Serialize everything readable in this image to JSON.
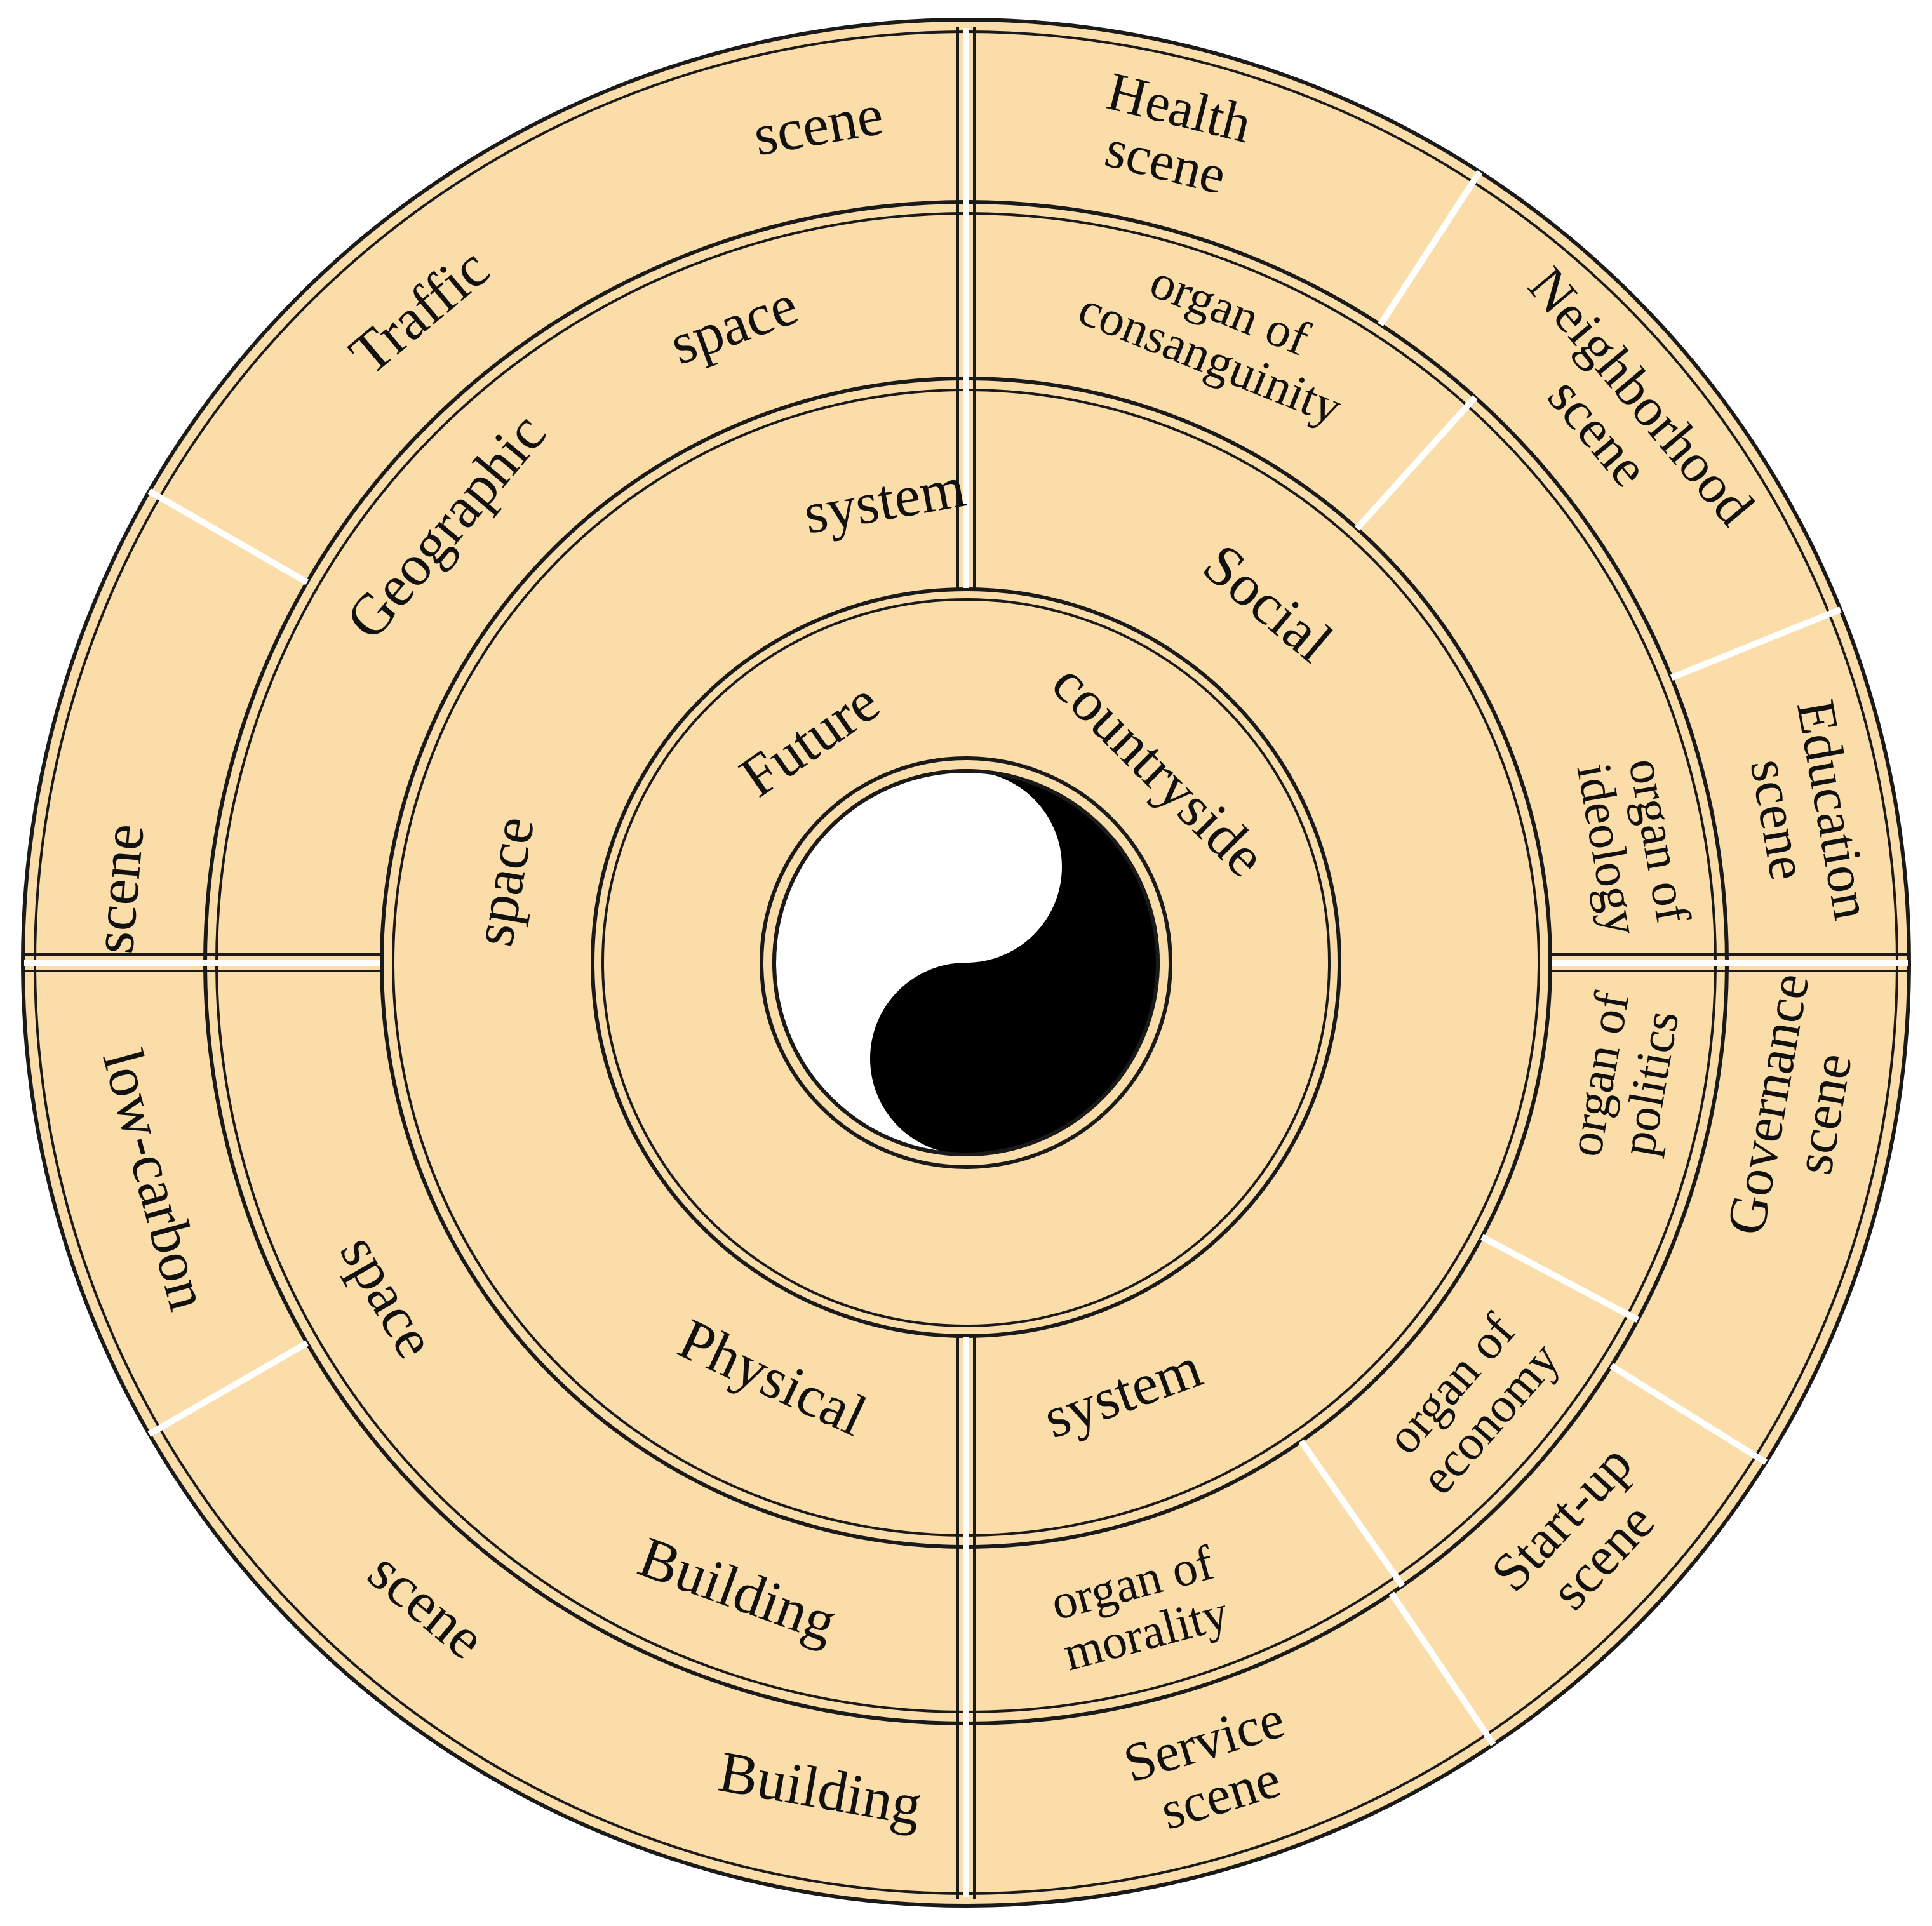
{
  "colors": {
    "fill": "#fbddaa",
    "stroke": "#1a1a1a",
    "text": "#111111",
    "yin": "#000000",
    "yang": "#ffffff"
  },
  "center": {
    "icon": "yin-yang-icon",
    "label_words": [
      "Future",
      "countryside"
    ]
  },
  "ring2": {
    "left_words": [
      "Physical",
      "space",
      "system"
    ],
    "right_words": [
      "Social",
      "system"
    ]
  },
  "ring3": {
    "left_words": [
      "Building",
      "space",
      "Geographic",
      "space"
    ],
    "right": [
      {
        "lines": [
          "organ of",
          "consanguinity"
        ]
      },
      {
        "lines": [
          "organ of",
          "ideology"
        ]
      },
      {
        "lines": [
          "organ of",
          "politics"
        ]
      },
      {
        "lines": [
          "organ of",
          "economy"
        ]
      },
      {
        "lines": [
          "organ of",
          "morality"
        ]
      }
    ]
  },
  "ring4": {
    "left": [
      {
        "words": [
          "Traffic",
          "scene"
        ]
      },
      {
        "words": [
          "low-carbon",
          "scene"
        ]
      },
      {
        "words": [
          "Building",
          "scene"
        ]
      }
    ],
    "right": [
      {
        "lines": [
          "Health",
          "scene"
        ]
      },
      {
        "lines": [
          "Neighborhood",
          "scene"
        ]
      },
      {
        "lines": [
          "Education",
          "scene"
        ]
      },
      {
        "lines": [
          "Governance",
          "scene"
        ]
      },
      {
        "lines": [
          "Start-up",
          "scene"
        ]
      },
      {
        "lines": [
          "Service",
          "scene"
        ]
      }
    ]
  }
}
